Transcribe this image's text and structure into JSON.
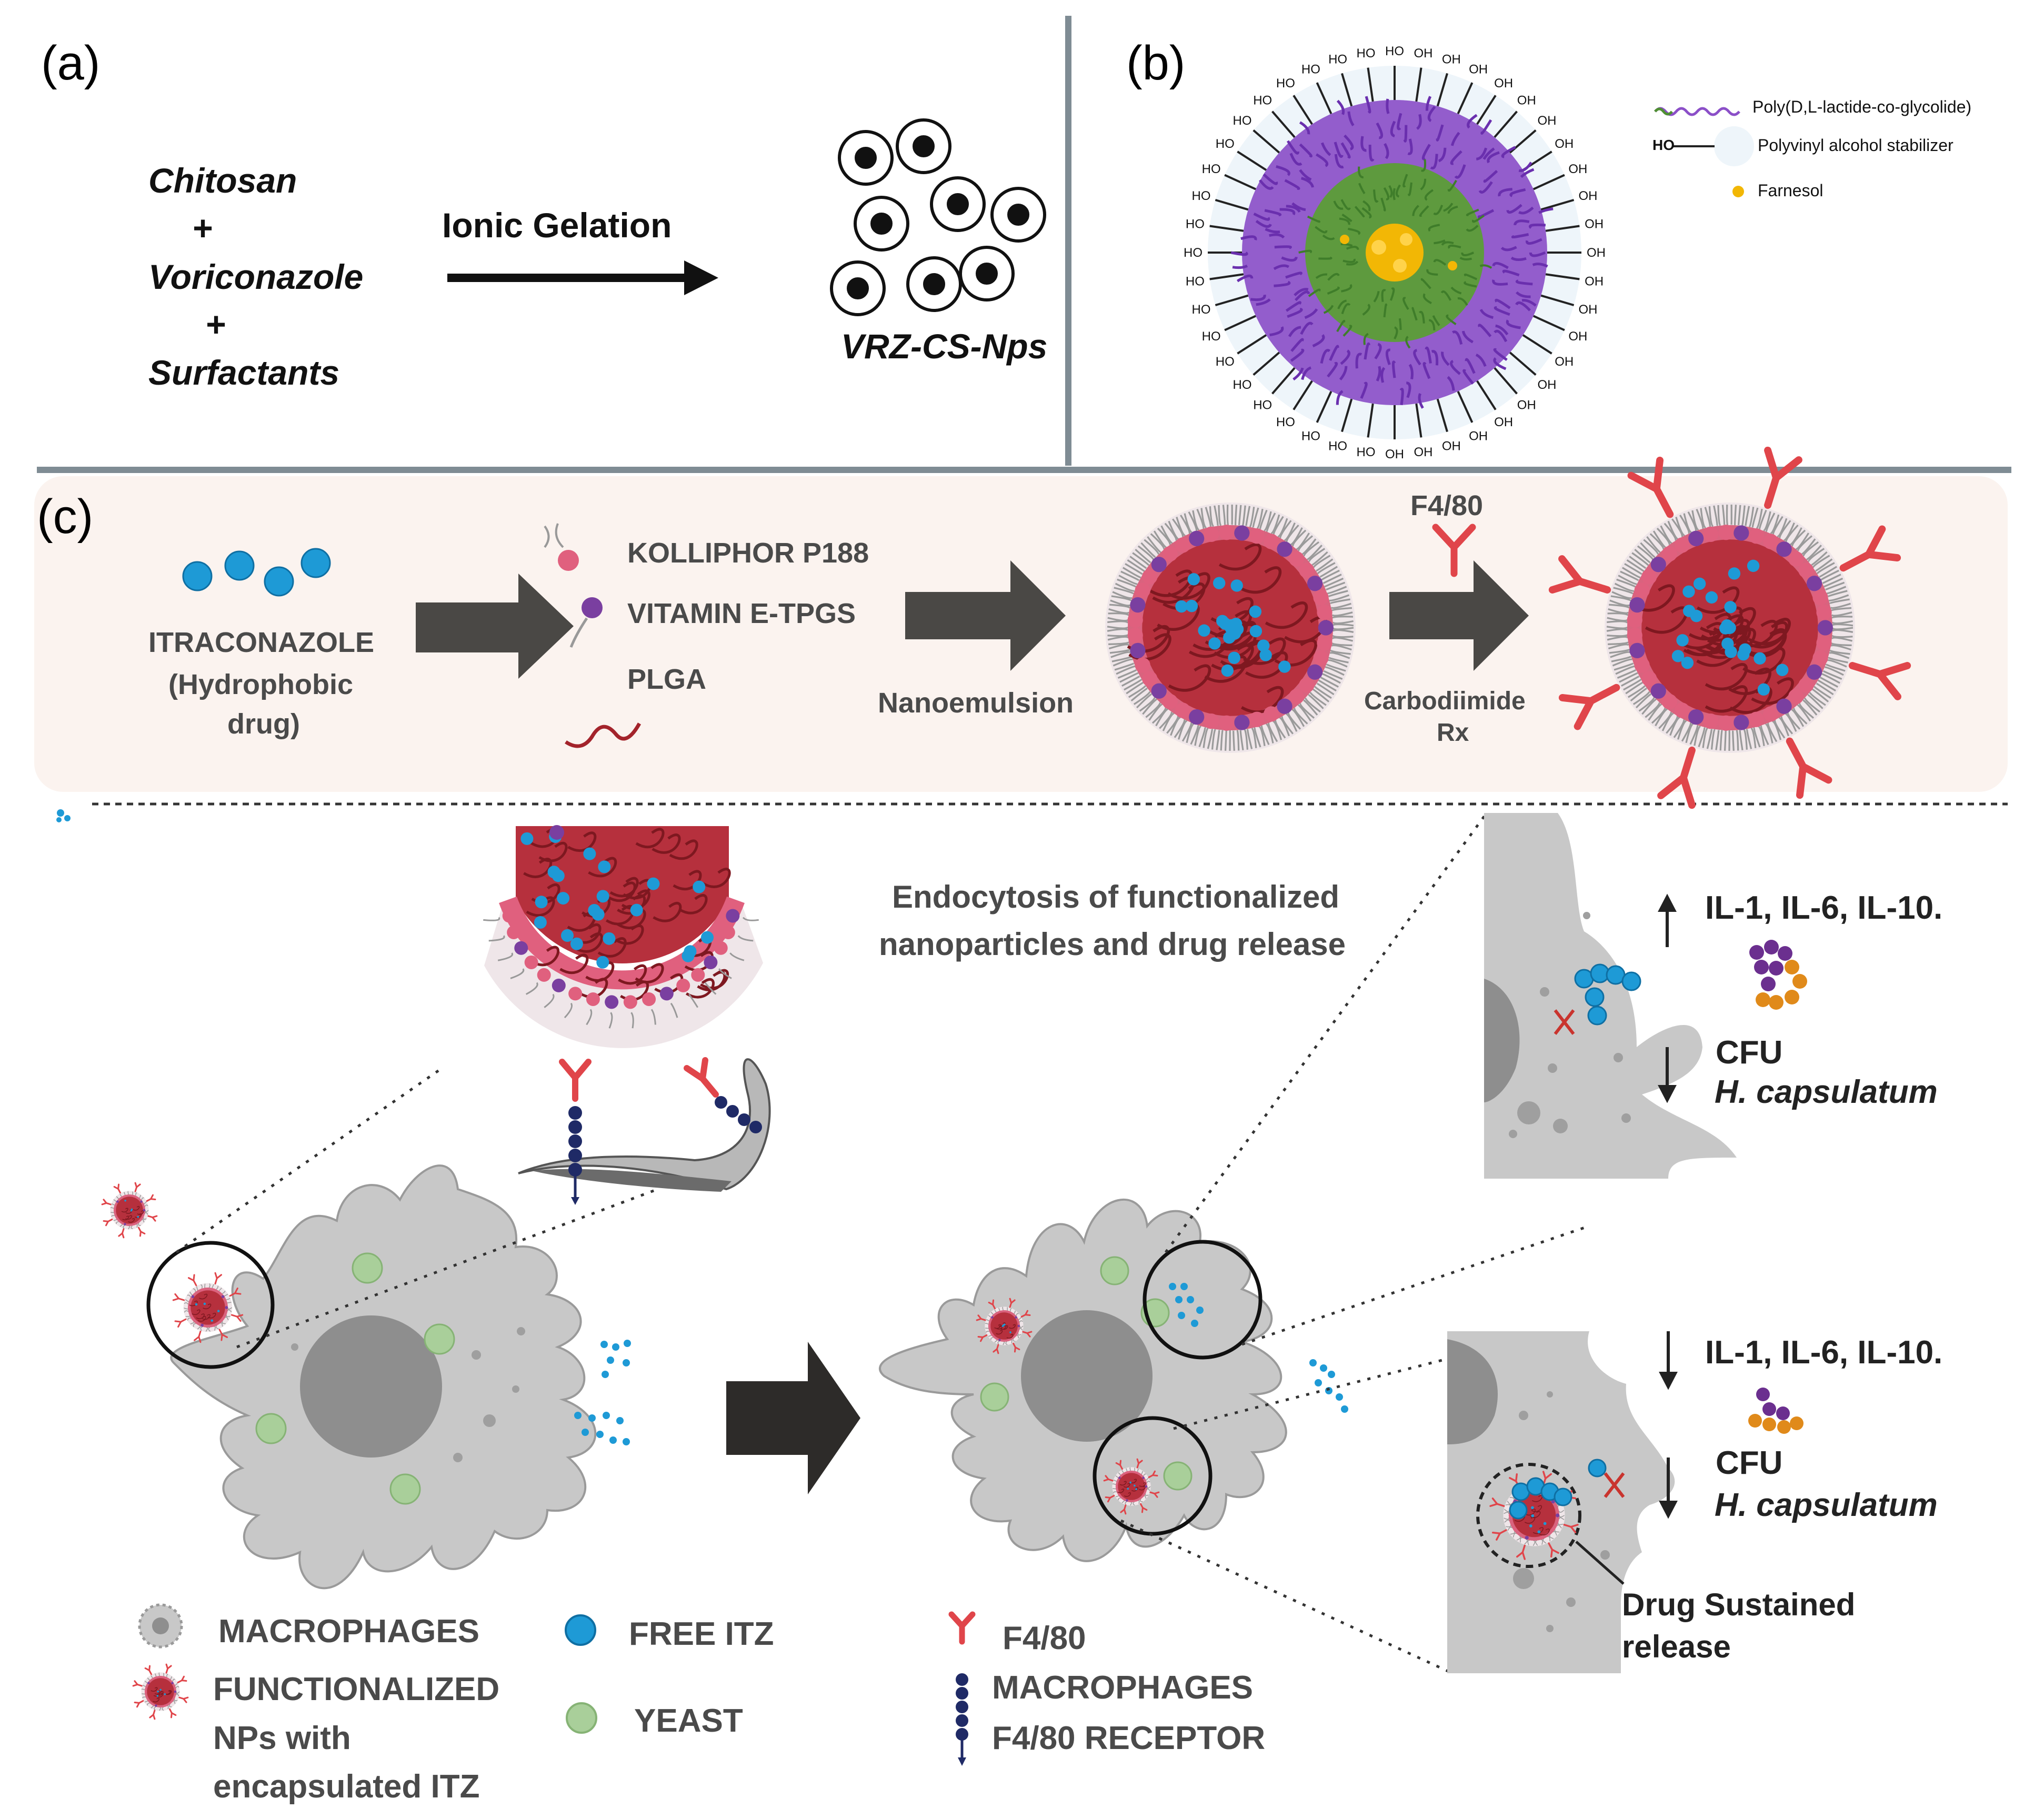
{
  "panel_a": {
    "label": "(a)",
    "reagents": [
      "Chitosan",
      "+",
      "Voriconazole",
      "+",
      "Surfactants"
    ],
    "method": "Ionic Gelation",
    "product": "VRZ-CS-Nps"
  },
  "panel_b": {
    "label": "(b)",
    "legend": [
      {
        "name": "Poly(D,L-lactide-co-glycolide)",
        "icon": "polymer-chain-icon",
        "color": "#8b4fc8"
      },
      {
        "name": "Polyvinyl alcohol stabilizer",
        "icon": "pva-chain-icon",
        "prefix": "HO",
        "color": "#bfe0f2"
      },
      {
        "name": "Farnesol",
        "icon": "farnesol-dot-icon",
        "color": "#f2b705"
      }
    ],
    "hydroxyl_labels": [
      "HO",
      "OH"
    ]
  },
  "panel_c": {
    "label": "(c)",
    "steps": {
      "drug": [
        "ITRACONAZOLE",
        "(Hydrophobic",
        "drug)"
      ],
      "components": [
        "KOLLIPHOR P188",
        "VITAMIN E-TPGS",
        "PLGA"
      ],
      "process_1": "Nanoemulsion",
      "antibody": "F4/80",
      "process_2": [
        "Carbodiimide",
        "Rx"
      ]
    },
    "endocytosis_caption": [
      "Endocytosis of functionalized",
      "nanoparticles and drug release"
    ],
    "inset_top": {
      "cytokines": "IL-1, IL-6, IL-10.",
      "cfu": "CFU",
      "organism": "H. capsulatum"
    },
    "inset_bottom": {
      "cytokines": "IL-1, IL-6, IL-10.",
      "cfu": "CFU",
      "organism": "H. capsulatum",
      "release": [
        "Drug Sustained",
        "release"
      ]
    },
    "legend": {
      "macrophages": "MACROPHAGES",
      "functionalized": [
        "FUNCTIONALIZED",
        "NPs with",
        "encapsulated ITZ"
      ],
      "free_itz": "FREE ITZ",
      "yeast": "YEAST",
      "f480": "F4/80",
      "receptor": [
        "MACROPHAGES",
        "F4/80 RECEPTOR"
      ]
    },
    "colors": {
      "drug_blue": "#1e9ad6",
      "plga_red": "#a3232b",
      "kolliphor_pink": "#e0607e",
      "tpgs_purple": "#7a3fa0",
      "antibody_red": "#e0454a",
      "receptor_navy": "#1f2a66",
      "yeast_green": "#a9cf9a",
      "cell_grey": "#c8c8c8",
      "arrow_dark": "#4a4845",
      "band_beige": "#fbf3ef"
    }
  }
}
